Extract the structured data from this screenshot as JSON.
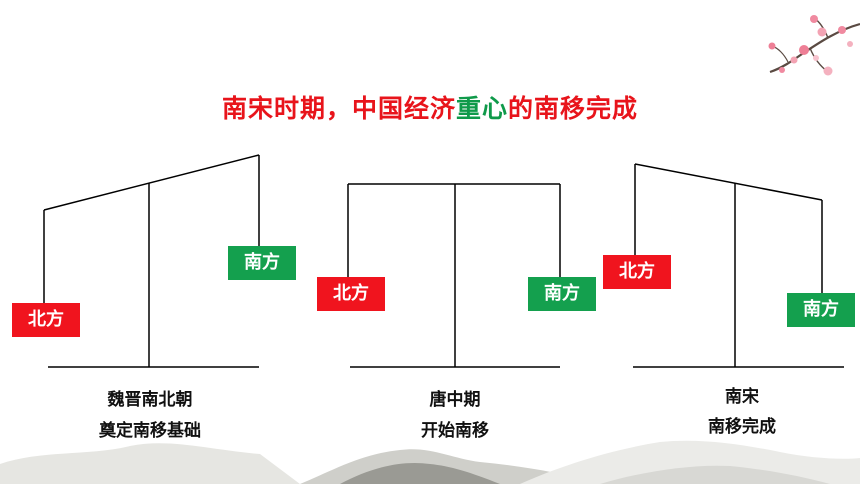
{
  "title": {
    "part_red_1": "南宋时期，中国经济",
    "part_green": "重心",
    "part_red_2": "的南移完成"
  },
  "colors": {
    "red": "#f0141e",
    "green": "#14a04e",
    "title_red": "#e8141b",
    "title_green": "#0f9a4a",
    "line": "#000000"
  },
  "panels": [
    {
      "north_label": "北方",
      "south_label": "南方",
      "caption_line1": "魏晋南北朝",
      "caption_line2": "奠定南移基础"
    },
    {
      "north_label": "北方",
      "south_label": "南方",
      "caption_line1": "唐中期",
      "caption_line2": "开始南移"
    },
    {
      "north_label": "北方",
      "south_label": "南方",
      "caption_line1": "南宋",
      "caption_line2": "南移完成"
    }
  ],
  "decorations": {
    "top_right": "plum-blossom-branch-icon",
    "bottom": "ink-mountain-icon"
  }
}
